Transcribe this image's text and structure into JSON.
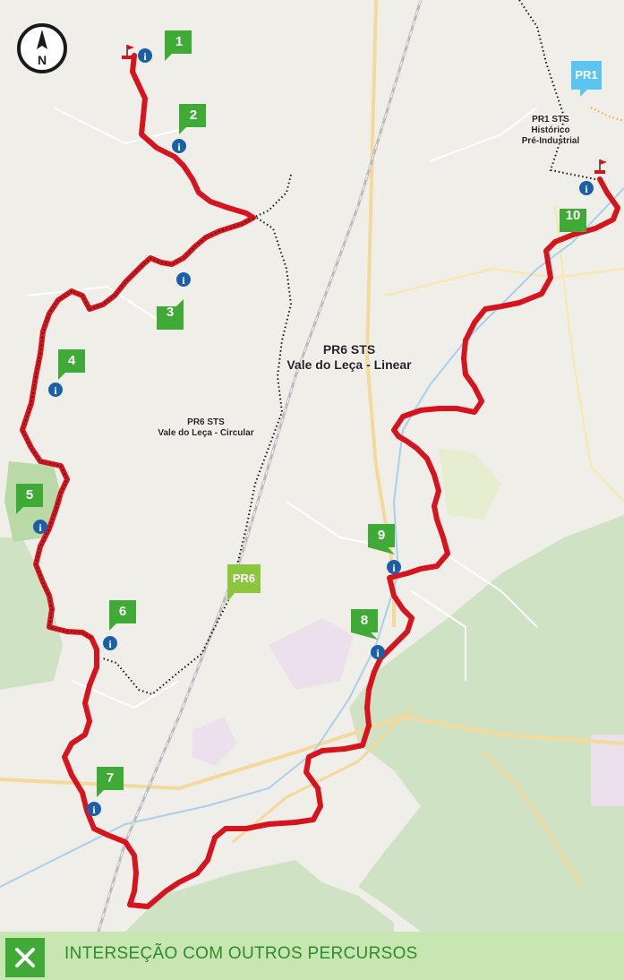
{
  "map": {
    "compass_label": "N",
    "route_color": "#d7141d",
    "waypoint_color": "#3faa35",
    "info_color": "#1b5fa8",
    "waypoints": [
      "1",
      "2",
      "3",
      "4",
      "5",
      "6",
      "7",
      "8",
      "9",
      "10"
    ],
    "badges": {
      "pr1": {
        "label": "PR1",
        "color": "#5cc4f0"
      },
      "pr6": {
        "label": "PR6",
        "color": "#8cc63f"
      }
    },
    "labels": {
      "pr1_line1": "PR1 STS",
      "pr1_line2": "Histórico",
      "pr1_line3": "Pré-Industrial",
      "linear_line1": "PR6 STS",
      "linear_line2": "Vale do Leça - Linear",
      "circular_line1": "PR6 STS",
      "circular_line2": "Vale do Leça - Circular"
    }
  },
  "footer": {
    "title": "INTERSEÇÃO COM OUTROS PERCURSOS",
    "icon": "crossed-swords-icon"
  }
}
